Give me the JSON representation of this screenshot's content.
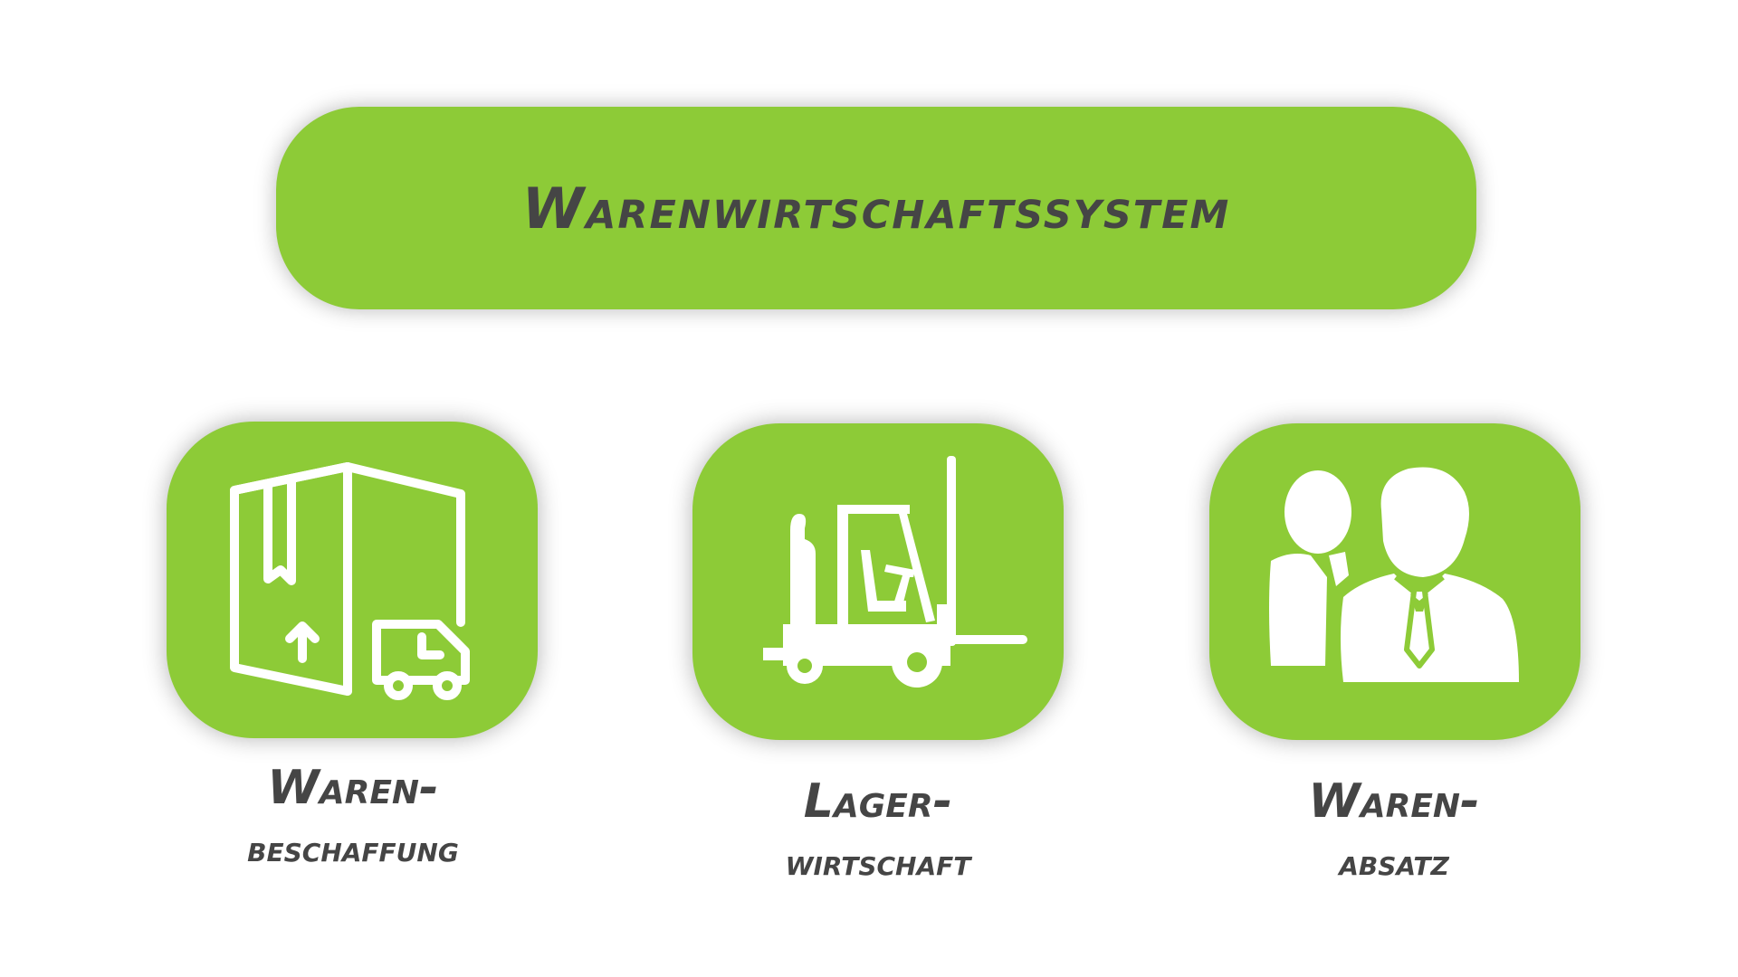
{
  "title": "Warenwirtschaftssystem",
  "colors": {
    "accent": "#8dcb37",
    "text": "#454545",
    "icon": "#ffffff",
    "background": "#ffffff"
  },
  "items": [
    {
      "line1": "Waren-",
      "line2": "beschaffung",
      "icon": "package-delivery-truck-icon"
    },
    {
      "line1": "Lager-",
      "line2": "wirtschaft",
      "icon": "forklift-icon"
    },
    {
      "line1": "Waren-",
      "line2": "absatz",
      "icon": "business-people-icon"
    }
  ]
}
